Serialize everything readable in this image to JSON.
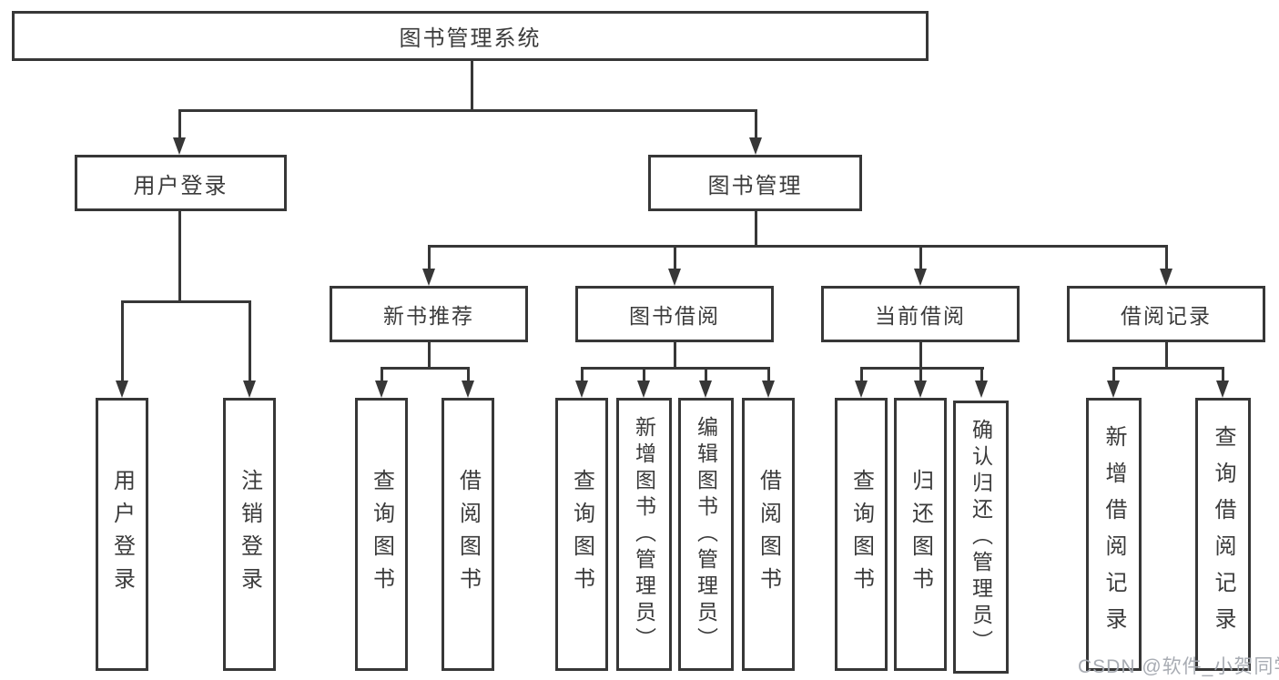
{
  "tree": {
    "root": {
      "label": "图书管理系统",
      "children": [
        {
          "label": "用户登录",
          "children": [
            {
              "label": "用户登录"
            },
            {
              "label": "注销登录"
            }
          ]
        },
        {
          "label": "图书管理",
          "children": [
            {
              "label": "新书推荐",
              "children": [
                {
                  "label": "查询图书"
                },
                {
                  "label": "借阅图书"
                }
              ]
            },
            {
              "label": "图书借阅",
              "children": [
                {
                  "label": "查询图书"
                },
                {
                  "label": "新增图书（管理员）"
                },
                {
                  "label": "编辑图书（管理员）"
                },
                {
                  "label": "借阅图书"
                }
              ]
            },
            {
              "label": "当前借阅",
              "children": [
                {
                  "label": "查询图书"
                },
                {
                  "label": "归还图书"
                },
                {
                  "label": "确认归还（管理员）"
                }
              ]
            },
            {
              "label": "借阅记录",
              "children": [
                {
                  "label": "新增借阅记录"
                },
                {
                  "label": "查询借阅记录"
                }
              ]
            }
          ]
        }
      ]
    }
  },
  "watermark": {
    "text": "CSDN @软件_小贺同学"
  },
  "colors": {
    "line": "#373737",
    "text": "#3b3b3b",
    "background": "#ffffff",
    "watermark": "#a3a8af"
  }
}
